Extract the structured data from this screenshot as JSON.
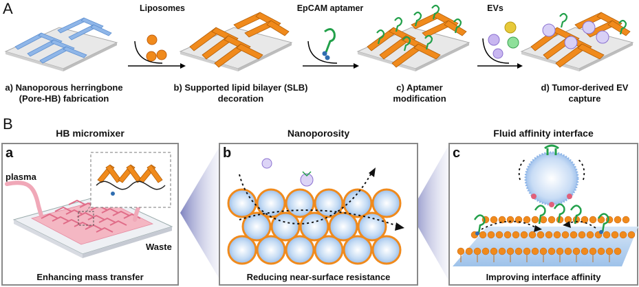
{
  "panelA": {
    "letter": "A",
    "steps": [
      {
        "label_line1": "a) Nanoporous herringbone",
        "label_line2": "(Pore-HB) fabrication"
      },
      {
        "label_line1": "b) Supported lipid bilayer (SLB)",
        "label_line2": "decoration"
      },
      {
        "label_line1": "c) Aptamer",
        "label_line2": "modification"
      },
      {
        "label_line1": "d) Tumor-derived EV",
        "label_line2": "capture"
      }
    ],
    "arrows": [
      "Liposomes",
      "EpCAM aptamer",
      "EVs"
    ]
  },
  "panelB": {
    "letter": "B",
    "boxes": [
      {
        "letter": "a",
        "title": "HB micromixer",
        "caption": "Enhancing mass transfer",
        "plasma": "plasma",
        "waste": "Waste"
      },
      {
        "letter": "b",
        "title": "Nanoporosity",
        "caption": "Reducing near-surface resistance"
      },
      {
        "letter": "c",
        "title": "Fluid affinity interface",
        "caption": "Improving interface affinity"
      }
    ]
  },
  "colors": {
    "blue": "#8fb6e8",
    "orange": "#f08a1c",
    "green": "#22a04a",
    "pink": "#f2a7b8",
    "sphere": "#bcd6f2"
  }
}
